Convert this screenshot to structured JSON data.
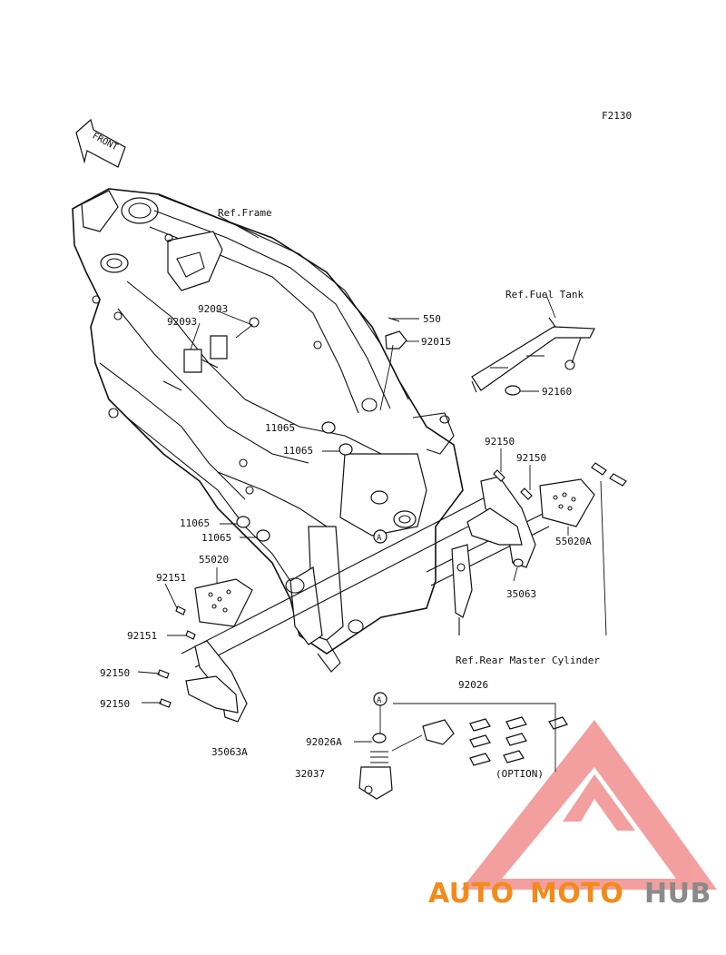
{
  "figure_code": "F2130",
  "front_label": "FRONT",
  "refs": {
    "frame": "Ref.Frame",
    "fuel_tank": "Ref.Fuel Tank",
    "rear_master": "Ref.Rear Master Cylinder",
    "option": "(OPTION)"
  },
  "callout_marker": "A",
  "parts": {
    "p92093_a": "92093",
    "p92093_b": "92093",
    "p550": "550",
    "p92015": "92015",
    "p92160": "92160",
    "p11065_a": "11065",
    "p11065_b": "11065",
    "p11065_c": "11065",
    "p11065_d": "11065",
    "p92150_a": "92150",
    "p92150_b": "92150",
    "p92150_c": "92150",
    "p92150_d": "92150",
    "p55020": "55020",
    "p55020a": "55020A",
    "p92151_a": "92151",
    "p92151_b": "92151",
    "p35063": "35063",
    "p35063a": "35063A",
    "p92026": "92026",
    "p92026a": "92026A",
    "p32037": "32037"
  },
  "watermark": {
    "part1": "AUTO",
    "part2": "MOTO",
    "part3": "HUB",
    "color_a": "#f28b1b",
    "color_b": "#8a8a8a",
    "triangle_color": "#f08080"
  }
}
